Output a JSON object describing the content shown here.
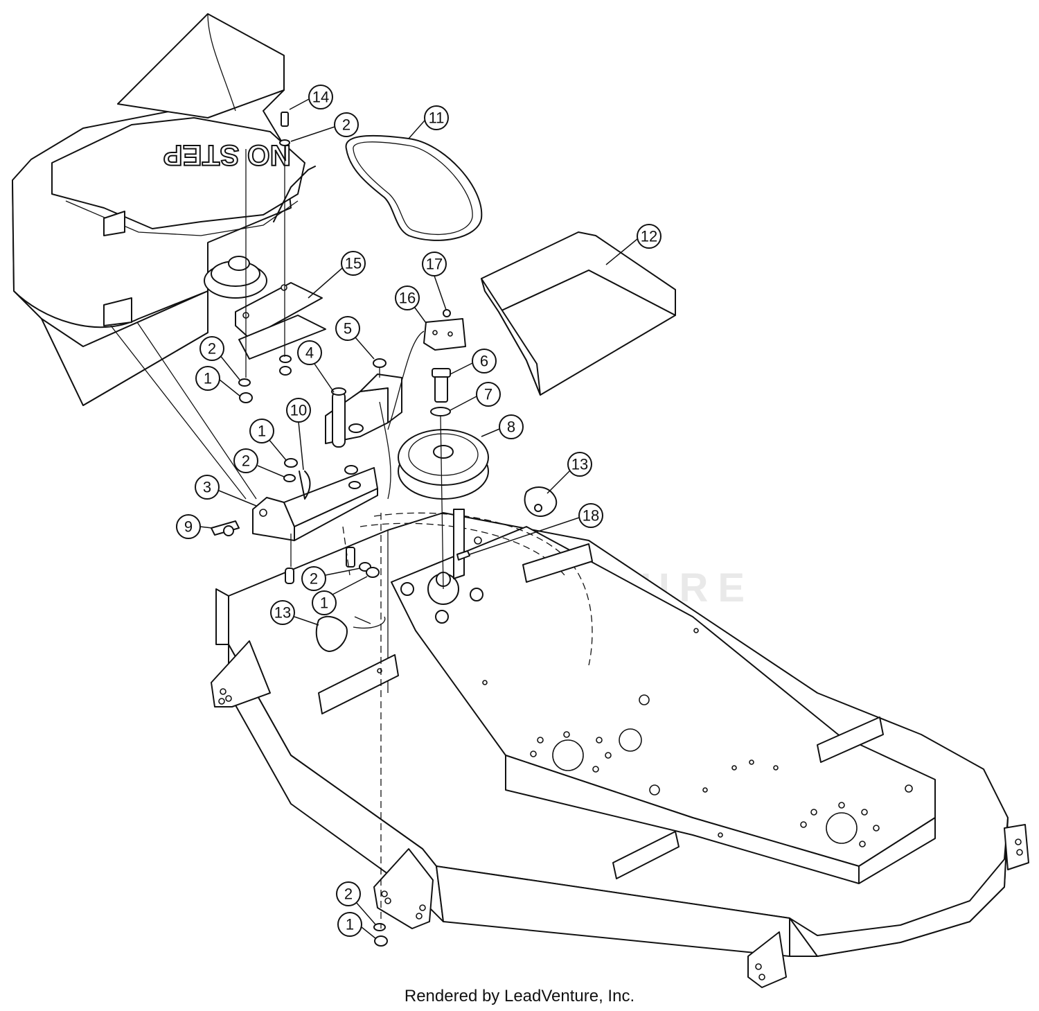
{
  "diagram": {
    "decal_text": "NO STEP",
    "watermark_text": "LEADVENTURE",
    "footer_credit": "Rendered by LeadVenture, Inc.",
    "callouts": [
      {
        "id": "c14",
        "label": "14"
      },
      {
        "id": "c2a",
        "label": "2"
      },
      {
        "id": "c11",
        "label": "11"
      },
      {
        "id": "c12",
        "label": "12"
      },
      {
        "id": "c15",
        "label": "15"
      },
      {
        "id": "c17",
        "label": "17"
      },
      {
        "id": "c16",
        "label": "16"
      },
      {
        "id": "c5",
        "label": "5"
      },
      {
        "id": "c4",
        "label": "4"
      },
      {
        "id": "c6",
        "label": "6"
      },
      {
        "id": "c2b",
        "label": "2"
      },
      {
        "id": "c1a",
        "label": "1"
      },
      {
        "id": "c7",
        "label": "7"
      },
      {
        "id": "c8",
        "label": "8"
      },
      {
        "id": "c1b",
        "label": "1"
      },
      {
        "id": "c10",
        "label": "10"
      },
      {
        "id": "c2c",
        "label": "2"
      },
      {
        "id": "c13a",
        "label": "13"
      },
      {
        "id": "c3",
        "label": "3"
      },
      {
        "id": "c18",
        "label": "18"
      },
      {
        "id": "c9",
        "label": "9"
      },
      {
        "id": "c2d",
        "label": "2"
      },
      {
        "id": "c1c",
        "label": "1"
      },
      {
        "id": "c13b",
        "label": "13"
      },
      {
        "id": "c2e",
        "label": "2"
      },
      {
        "id": "c1d",
        "label": "1"
      }
    ]
  }
}
